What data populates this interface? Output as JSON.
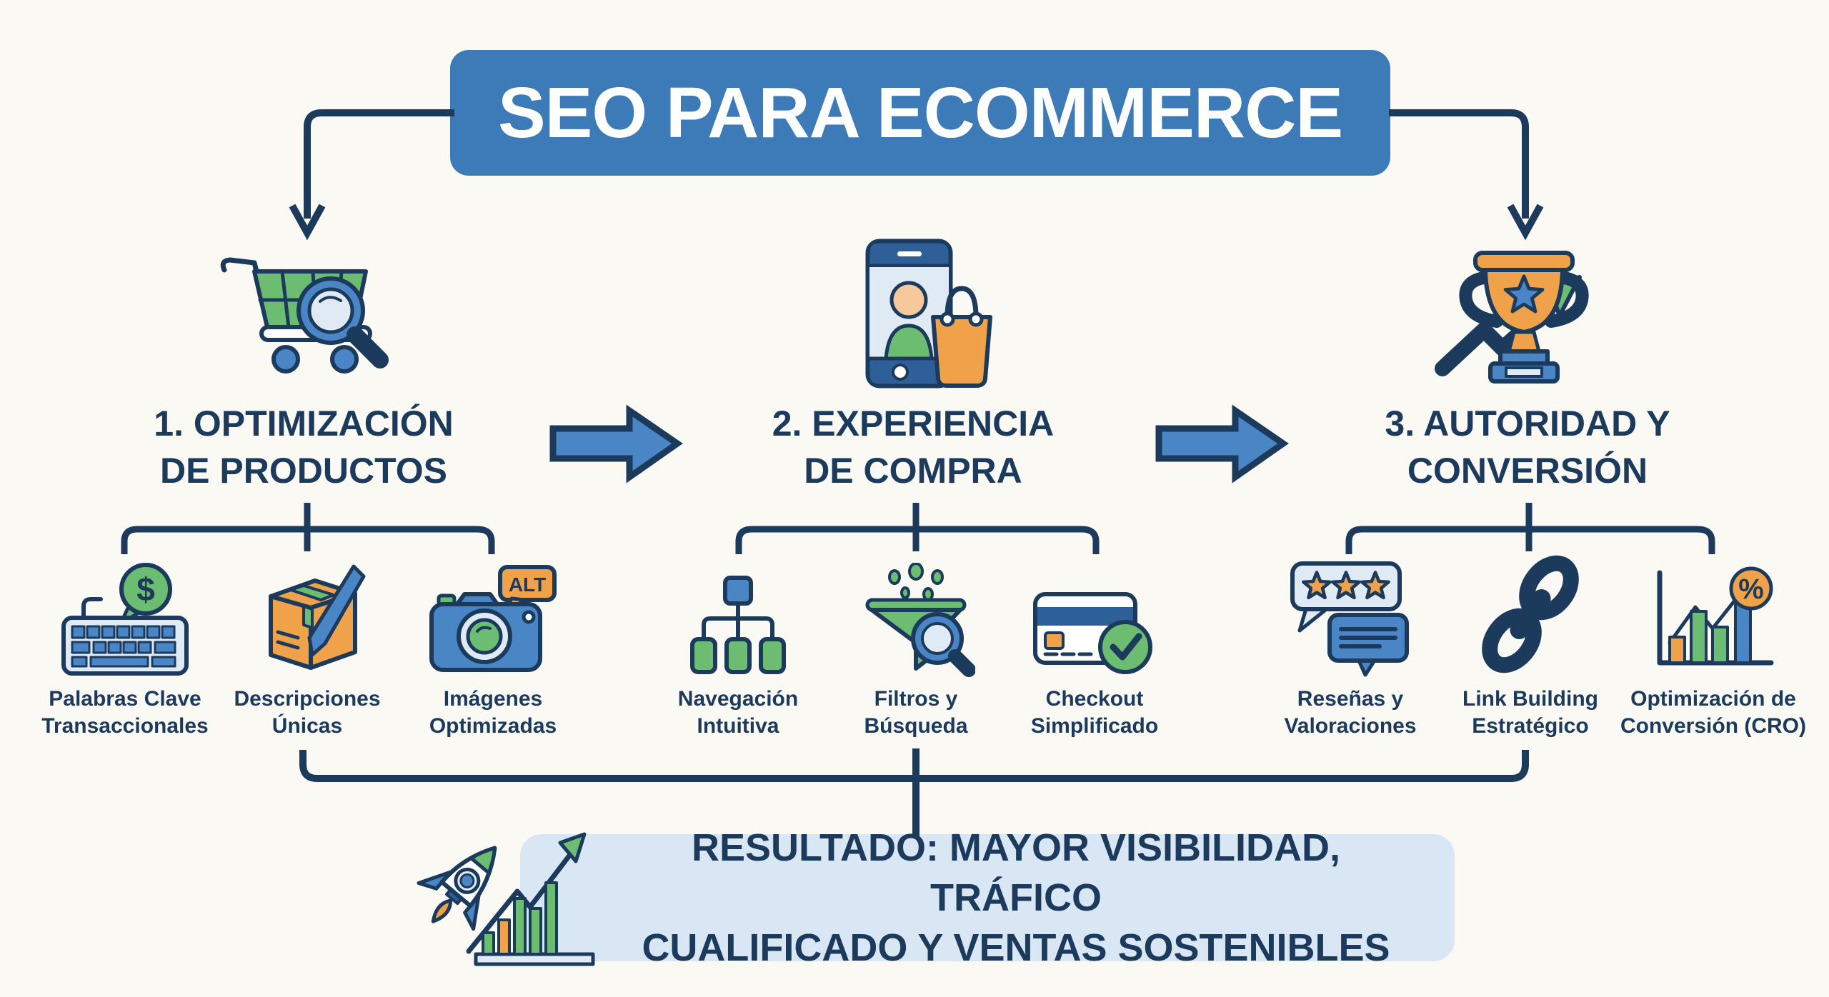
{
  "palette": {
    "navy": "#1c3a5c",
    "blue": "#4a86c5",
    "blue_dark": "#2e5f98",
    "title_blue": "#3d7ab8",
    "green": "#6cbd72",
    "orange": "#f0a24b",
    "peach": "#f5c99c",
    "light": "#dfeaf5",
    "banner_bg": "#d9e7f4",
    "page_bg": "#faf9f4"
  },
  "title": "SEO PARA ECOMMERCE",
  "columns": [
    {
      "id": "optimizacion-productos",
      "icon": "cart-search",
      "heading": "1. OPTIMIZACIÓN\nDE PRODUCTOS",
      "items": [
        {
          "icon": "keyboard-dollar",
          "label": "Palabras Clave\nTransaccionales",
          "icon_text": "$"
        },
        {
          "icon": "box-pen",
          "label": "Descripciones\nÚnicas"
        },
        {
          "icon": "camera-alt",
          "label": "Imágenes\nOptimizadas",
          "icon_text": "ALT"
        }
      ]
    },
    {
      "id": "experiencia-compra",
      "icon": "phone-bag",
      "heading": "2. EXPERIENCIA\nDE COMPRA",
      "items": [
        {
          "icon": "sitemap",
          "label": "Navegación\nIntuitiva"
        },
        {
          "icon": "funnel-search",
          "label": "Filtros y\nBúsqueda"
        },
        {
          "icon": "card-check",
          "label": "Checkout\nSimplificado"
        }
      ]
    },
    {
      "id": "autoridad-conversion",
      "icon": "trophy-growth",
      "heading": "3. AUTORIDAD Y\nCONVERSIÓN",
      "items": [
        {
          "icon": "review-stars",
          "label": "Reseñas y\nValoraciones"
        },
        {
          "icon": "chain-links",
          "label": "Link Building\nEstratégico"
        },
        {
          "icon": "bar-chart-percent",
          "label": "Optimización de\nConversión (CRO)",
          "icon_text": "%"
        }
      ]
    }
  ],
  "result": "RESULTADO: MAYOR VISIBILIDAD, TRÁFICO\nCUALIFICADO Y VENTAS SOSTENIBLES"
}
